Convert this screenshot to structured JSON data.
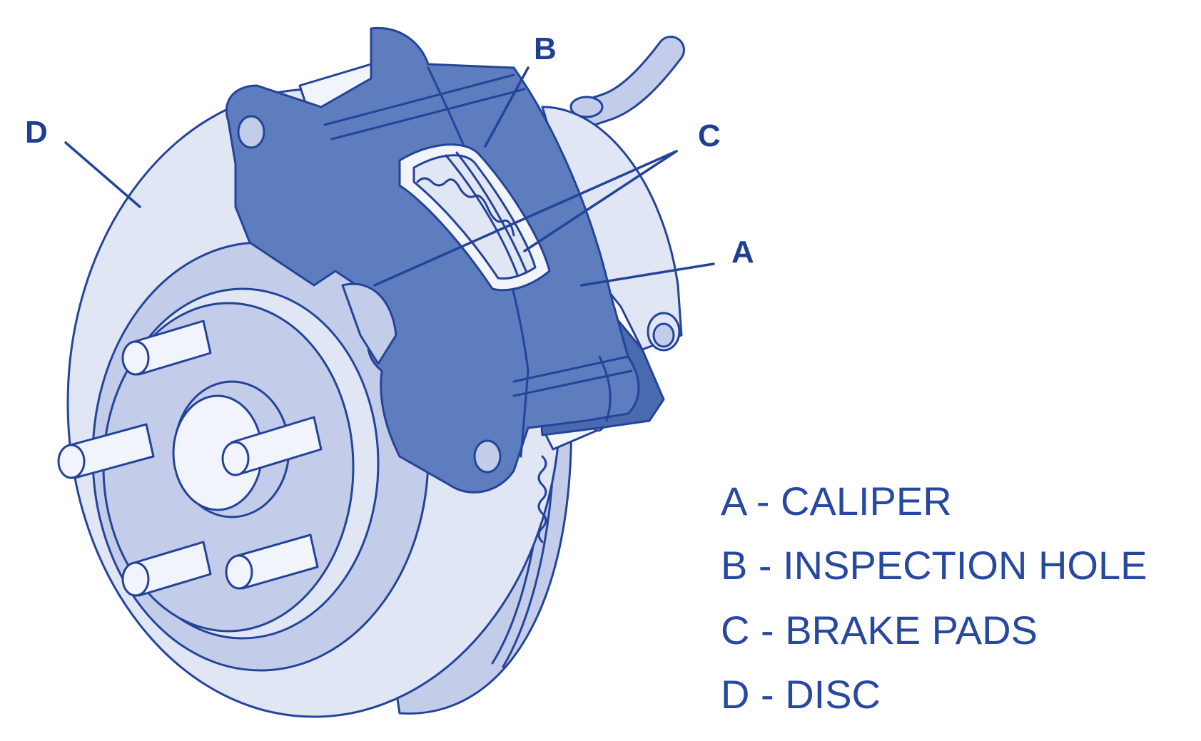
{
  "callouts": {
    "a": "A",
    "b": "B",
    "c": "C",
    "d": "D"
  },
  "legend": [
    "A - CALIPER",
    "B - INSPECTION HOLE",
    "C - BRAKE PADS",
    "D - DISC"
  ],
  "colors": {
    "outline": "#24449a",
    "caliper": "#5d7dbf",
    "disc": "#e1e6f5",
    "hub": "#c3cdea",
    "text": "#2748a0"
  }
}
